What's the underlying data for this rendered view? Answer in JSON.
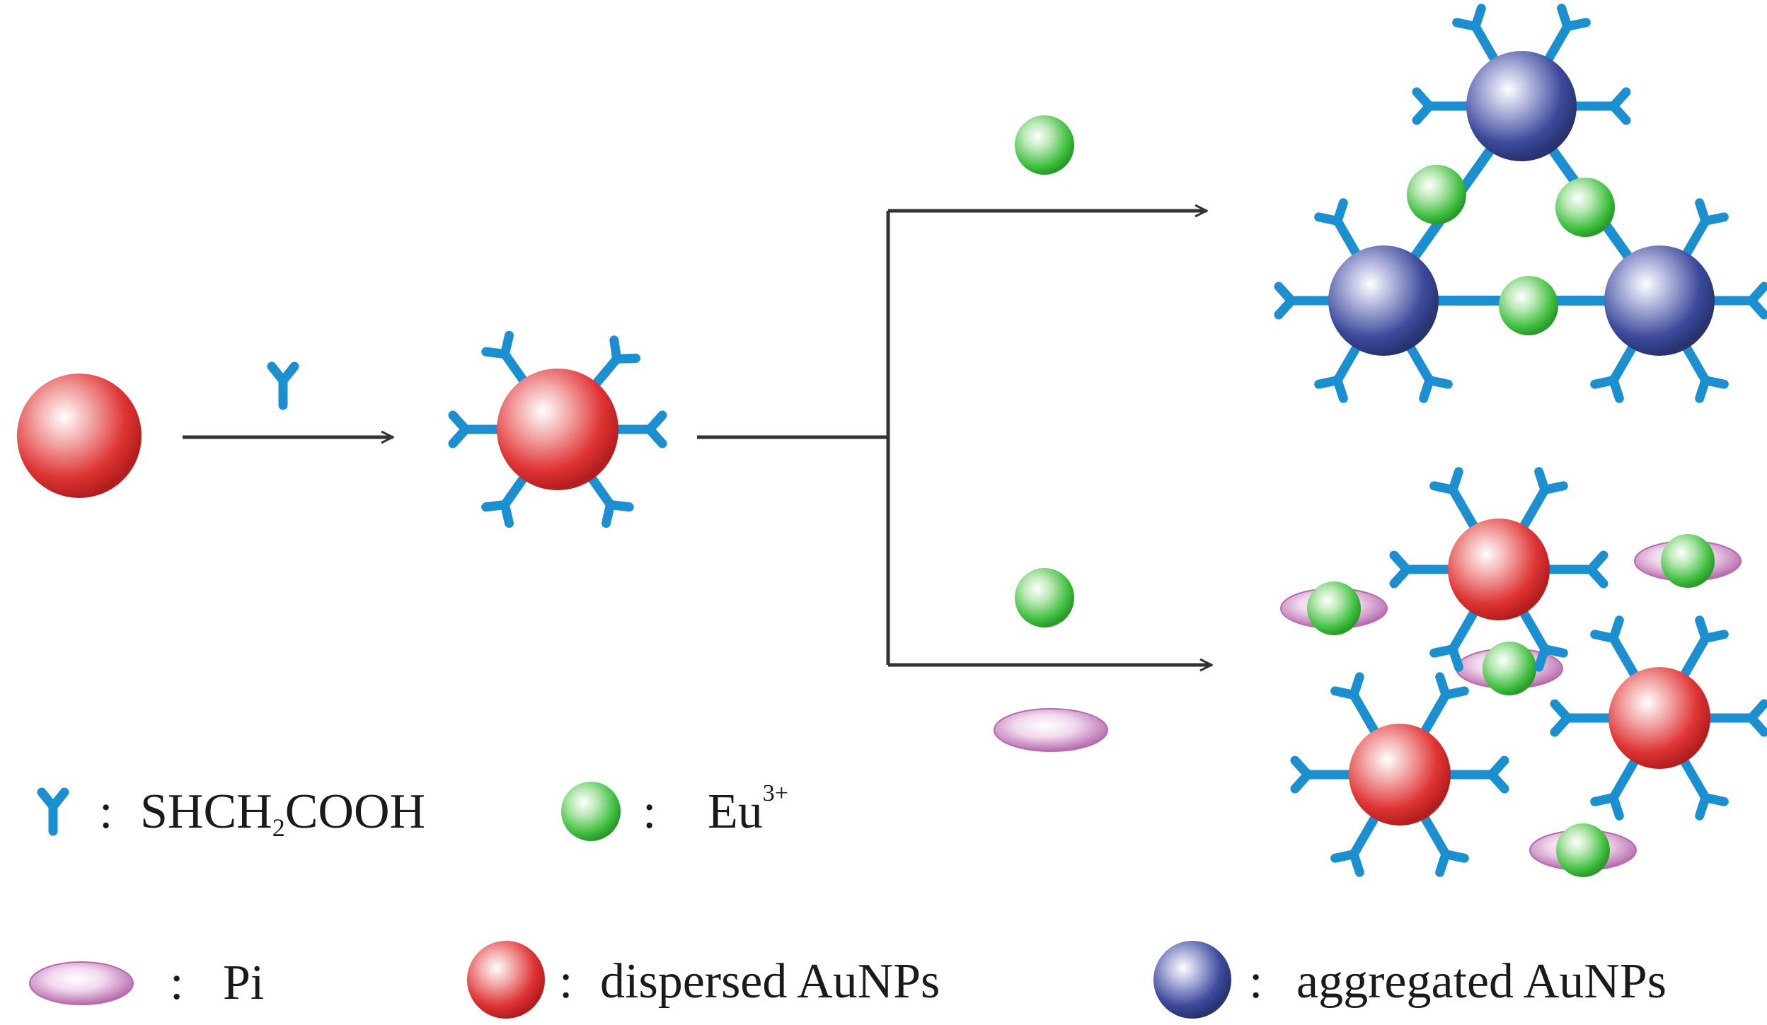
{
  "colors": {
    "ligand": "#1c8fd0",
    "eu": "#3fbf3f",
    "pi": "#c77dbd",
    "dispersed": "#e03a3a",
    "aggregated": "#3a4aa0",
    "arrow": "#333333"
  },
  "legend": {
    "ligand_sep": ":",
    "ligand_main": "SHCH",
    "ligand_sub": "2",
    "ligand_tail": "COOH",
    "eu_sep": ":",
    "eu_main": "Eu",
    "eu_sup": "3+",
    "pi_sep": ":",
    "pi_label": "Pi",
    "dispersed_sep": ":",
    "dispersed_label": "dispersed AuNPs",
    "aggregated_sep": ":",
    "aggregated_label": "aggregated AuNPs"
  }
}
